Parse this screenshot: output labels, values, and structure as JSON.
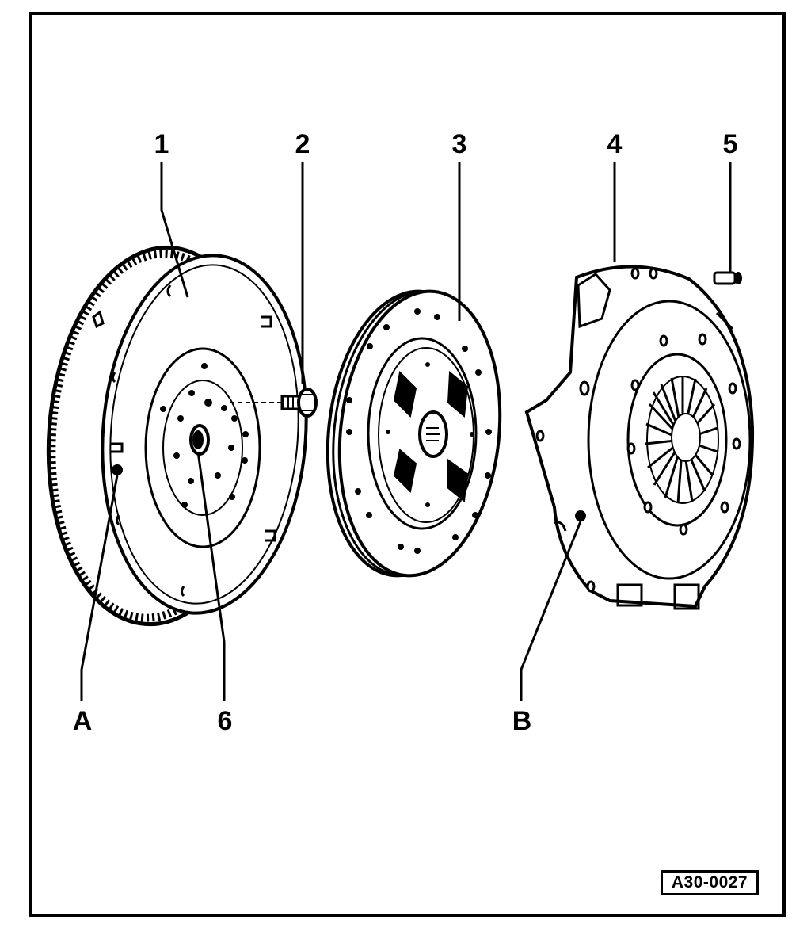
{
  "labels": {
    "l1": "1",
    "l2": "2",
    "l3": "3",
    "l4": "4",
    "l5": "5",
    "l6": "6",
    "la": "A",
    "lb": "B"
  },
  "reference_code": "A30-0027",
  "parts": [
    {
      "id": "1",
      "icon": "flywheel"
    },
    {
      "id": "2",
      "icon": "bolt"
    },
    {
      "id": "3",
      "icon": "clutch-disc"
    },
    {
      "id": "4",
      "icon": "pressure-plate"
    },
    {
      "id": "5",
      "icon": "dowel"
    },
    {
      "id": "6",
      "icon": "pilot-bushing"
    },
    {
      "id": "A",
      "icon": "locating-dowel-hole"
    },
    {
      "id": "B",
      "icon": "locating-hole"
    }
  ],
  "colors": {
    "ink": "#000000",
    "paper": "#ffffff"
  }
}
